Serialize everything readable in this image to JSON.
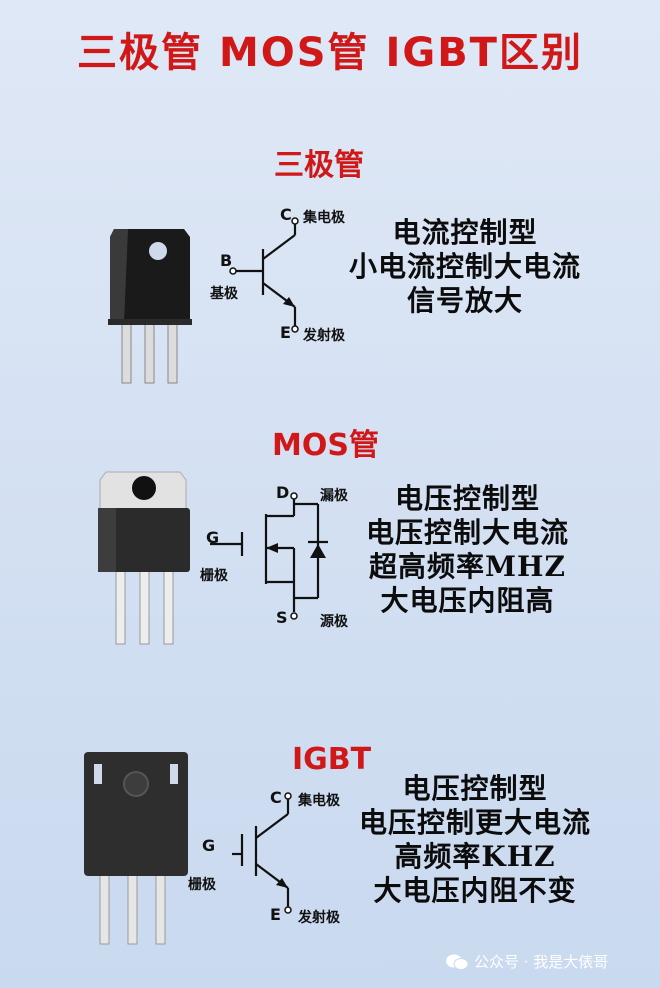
{
  "colors": {
    "accent_red": "#d01818",
    "wire": "#111111"
  },
  "title": "三极管 MOS管 IGBT区别",
  "sections": [
    {
      "title": "三极管",
      "pins": {
        "top_letter": "C",
        "top_name": "集电极",
        "left_letter": "B",
        "left_name": "基极",
        "bottom_letter": "E",
        "bottom_name": "发射极"
      },
      "desc": [
        "电流控制型",
        "小电流控制大电流",
        "信号放大"
      ]
    },
    {
      "title": "MOS管",
      "pins": {
        "top_letter": "D",
        "top_name": "漏极",
        "left_letter": "G",
        "left_name": "栅极",
        "bottom_letter": "S",
        "bottom_name": "源极"
      },
      "desc": [
        "电压控制型",
        "电压控制大电流",
        "超高频率MHZ",
        "大电压内阻高"
      ]
    },
    {
      "title": "IGBT",
      "pins": {
        "top_letter": "C",
        "top_name": "集电极",
        "left_letter": "G",
        "left_name": "栅极",
        "bottom_letter": "E",
        "bottom_name": "发射极"
      },
      "desc": [
        "电压控制型",
        "电压控制更大电流",
        "高频率KHZ",
        "大电压内阻不变"
      ]
    }
  ],
  "footer": {
    "icon": "wechat-icon",
    "text": "公众号 · 我是大俵哥"
  }
}
